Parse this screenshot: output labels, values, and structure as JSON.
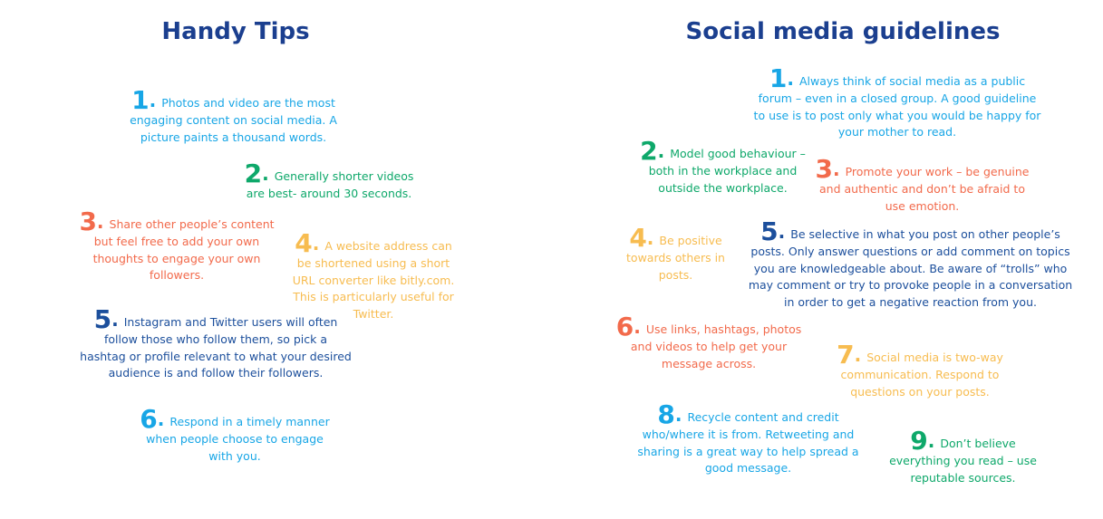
{
  "left": {
    "title": "Handy Tips",
    "tips": [
      {
        "n": "1",
        "text": "Photos and video are the most engaging content on social media. A picture paints a thousand words."
      },
      {
        "n": "2",
        "text": "Generally shorter videos are best- around 30 seconds."
      },
      {
        "n": "3",
        "text": "Share other people’s content but feel free to add your own thoughts to engage your own followers."
      },
      {
        "n": "4",
        "text": "A website address can be shortened using a short URL converter like bitly.com. This is particularly useful for Twitter."
      },
      {
        "n": "5",
        "text": "Instagram and Twitter users will often follow those who follow them, so pick a hashtag or profile relevant to what your desired audience is and follow their followers."
      },
      {
        "n": "6",
        "text": "Respond in a timely manner when people choose to engage with you."
      }
    ]
  },
  "right": {
    "title": "Social media guidelines",
    "tips": [
      {
        "n": "1",
        "text": "Always think of social media as a public forum – even in a closed group. A good guideline to use is to post only what you would be happy for your mother to read."
      },
      {
        "n": "2",
        "text": "Model good behaviour – both in the workplace and outside the workplace."
      },
      {
        "n": "3",
        "text": "Promote your work – be genuine and authentic and don’t be afraid to use emotion."
      },
      {
        "n": "4",
        "text": "Be positive towards others in posts."
      },
      {
        "n": "5",
        "text": "Be selective in what you post on other people’s posts. Only answer questions or add comment on topics you are knowledgeable about. Be aware of “trolls” who may comment or try to provoke people in a conversation in order to get a negative reaction from you."
      },
      {
        "n": "6",
        "text": "Use links, hashtags, photos and videos to help get your message across."
      },
      {
        "n": "7",
        "text": "Social media is two-way communication. Respond to questions on your posts."
      },
      {
        "n": "8",
        "text": "Recycle content and credit who/where it is from. Retweeting and sharing is a great way to help spread a good message."
      },
      {
        "n": "9",
        "text": "Don’t believe everything you read – use reputable sources."
      }
    ]
  },
  "colors": {
    "blue": "#18a6e6",
    "green": "#0ea86a",
    "orange": "#f26a4b",
    "yellow": "#f7bc50",
    "navy": "#1c4f9c",
    "heading": "#1b3f8f"
  }
}
